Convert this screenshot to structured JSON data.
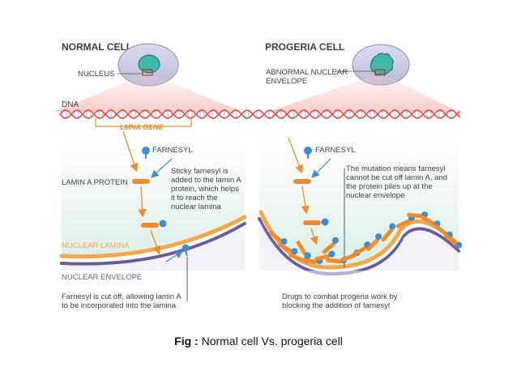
{
  "normal": {
    "title": "NORMAL CELL",
    "nucleus_label": "NUCLEUS",
    "dna_label": "DNA",
    "gene_label": "LMNA GENE",
    "farnesyl_label": "FARNESYL",
    "lamin_label": "LAMIN A PROTEIN",
    "sticky_note": [
      "Sticky farnesyl is",
      "added to the lamin A",
      "protein, which helps",
      "it to reach the",
      "nuclear lamina"
    ],
    "lamina_label": "NUCLEAR LAMINA",
    "envelope_label": "NUCLEAR ENVELOPE",
    "cutoff_note": [
      "Farnesyl is cut off, allowing lamin A",
      "to be incorporated into the lamina"
    ]
  },
  "progeria": {
    "title": "PROGERIA CELL",
    "abnormal_label": [
      "ABNORMAL NUCLEAR",
      "ENVELOPE"
    ],
    "farnesyl_label": "FARNESYL",
    "mutation_note": [
      "The mutation means farnesyl",
      "cannot be cut off lamin A, and",
      "the protein piles up at the",
      "nuclear envelope"
    ],
    "drugs_note": [
      "Drugs to combat progeria work by",
      "blocking the addition of farnesyl"
    ]
  },
  "caption": {
    "prefix": "Fig :",
    "text": " Normal cell Vs. progeria cell"
  },
  "colors": {
    "label": "#3a3f4a",
    "orange": "#f28c28",
    "lamina": "#f5a84a",
    "envelope": "#6a5a9a",
    "farnesyl": "#3a8fd0",
    "cyto": "#e6f3ef",
    "dna": "#d9534f"
  }
}
